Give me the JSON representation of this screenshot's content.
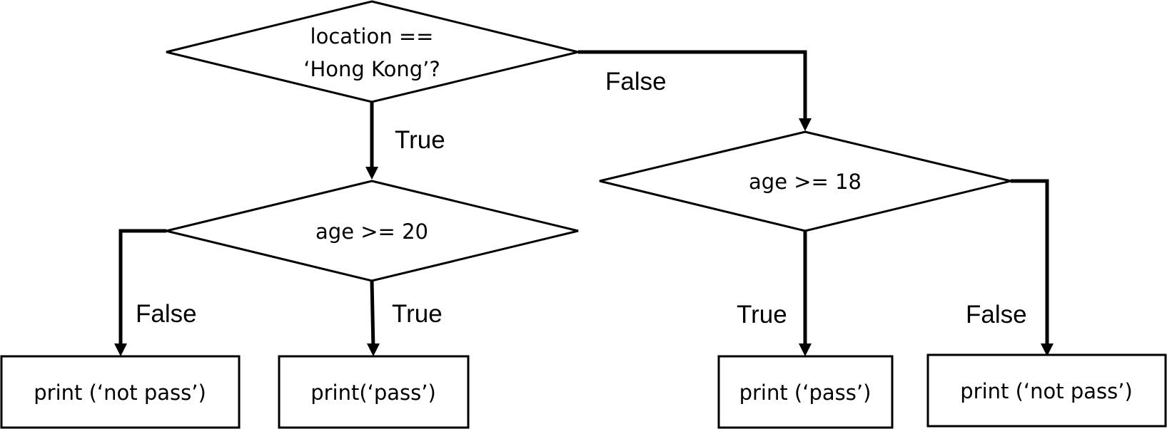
{
  "diagram": {
    "type": "flowchart",
    "decisions": [
      {
        "id": "location-check",
        "lines": [
          "location ==",
          "‘Hong Kong’?"
        ]
      },
      {
        "id": "age-20-check",
        "lines": [
          "age >= 20"
        ]
      },
      {
        "id": "age-18-check",
        "lines": [
          "age >= 18"
        ]
      }
    ],
    "outputs": [
      {
        "id": "hk-not-pass",
        "label": "print (‘not pass’)"
      },
      {
        "id": "hk-pass",
        "label": "print(‘pass’)"
      },
      {
        "id": "other-pass",
        "label": "print (‘pass’)"
      },
      {
        "id": "other-not-pass",
        "label": "print (‘not pass’)"
      }
    ],
    "edges": [
      {
        "from": "location-check",
        "to": "age-18-check",
        "label": "False"
      },
      {
        "from": "location-check",
        "to": "age-20-check",
        "label": "True"
      },
      {
        "from": "age-20-check",
        "to": "hk-not-pass",
        "label": "False"
      },
      {
        "from": "age-20-check",
        "to": "hk-pass",
        "label": "True"
      },
      {
        "from": "age-18-check",
        "to": "other-pass",
        "label": "True"
      },
      {
        "from": "age-18-check",
        "to": "other-not-pass",
        "label": "False"
      }
    ]
  }
}
